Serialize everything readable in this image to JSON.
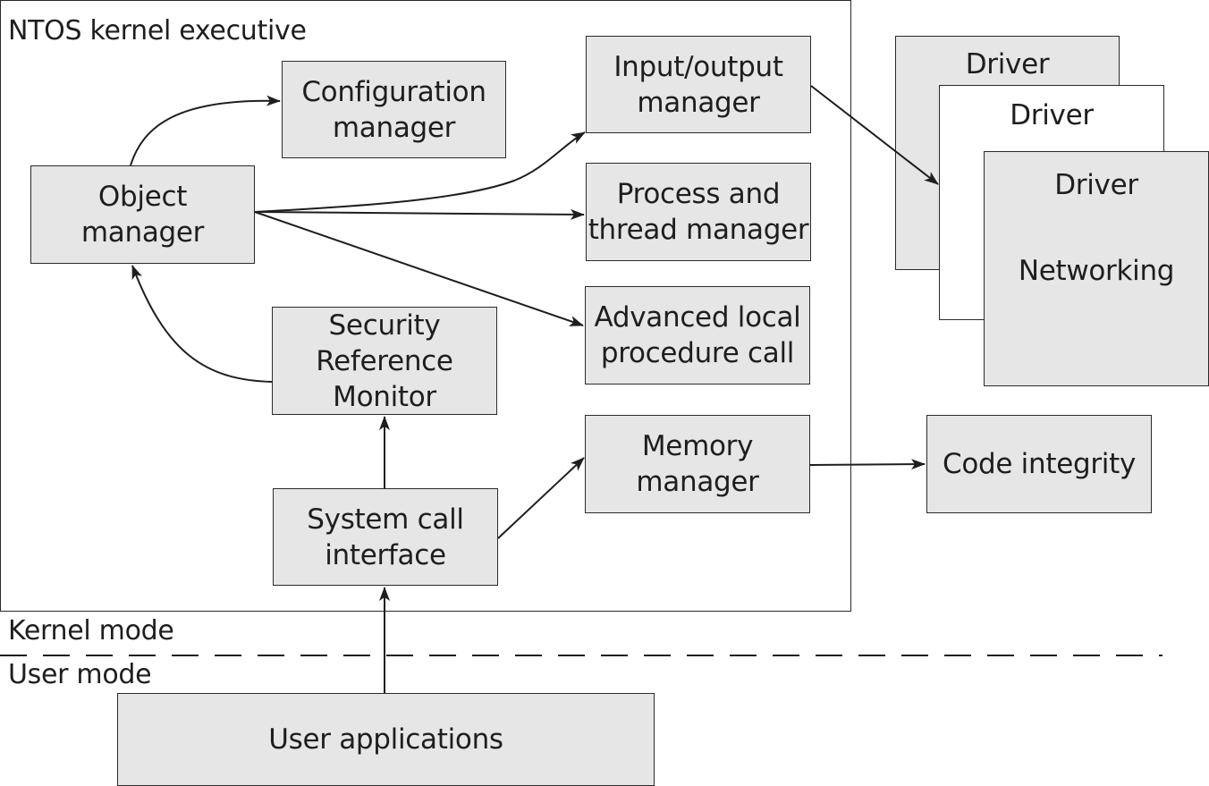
{
  "executive": {
    "title": "NTOS kernel executive"
  },
  "boxes": {
    "configuration_manager": "Configuration\nmanager",
    "object_manager": "Object\nmanager",
    "io_manager": "Input/output\nmanager",
    "process_thread_manager": "Process and\nthread manager",
    "alpc": "Advanced local\nprocedure call",
    "security_reference_monitor": "Security\nReference\nMonitor",
    "memory_manager": "Memory\nmanager",
    "system_call_interface": "System call\ninterface",
    "code_integrity": "Code integrity",
    "user_applications": "User applications"
  },
  "drivers": {
    "driver_1": "Driver",
    "driver_2": "Driver",
    "driver_3": "Driver",
    "networking": "Networking"
  },
  "modes": {
    "kernel": "Kernel mode",
    "user": "User mode"
  },
  "colors": {
    "box_fill": "#e6e6e6",
    "stroke": "#2a2a2a",
    "background": "#ffffff"
  }
}
